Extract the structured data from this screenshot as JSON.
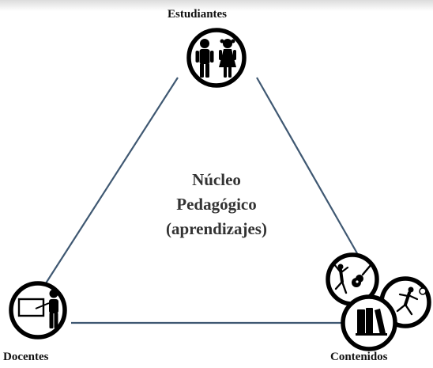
{
  "nodes": {
    "top": {
      "label": "Estudiantes",
      "icon": "students-icon"
    },
    "left": {
      "label": "Docentes",
      "icon": "teacher-icon"
    },
    "right": {
      "label": "Contenidos",
      "icon": "content-icons"
    }
  },
  "center": {
    "line1": "Núcleo",
    "line2": "Pedagógico",
    "line3": "(aprendizajes)"
  },
  "colors": {
    "edge": "#3f5872",
    "circle_stroke": "#000000",
    "text": "#333333"
  }
}
